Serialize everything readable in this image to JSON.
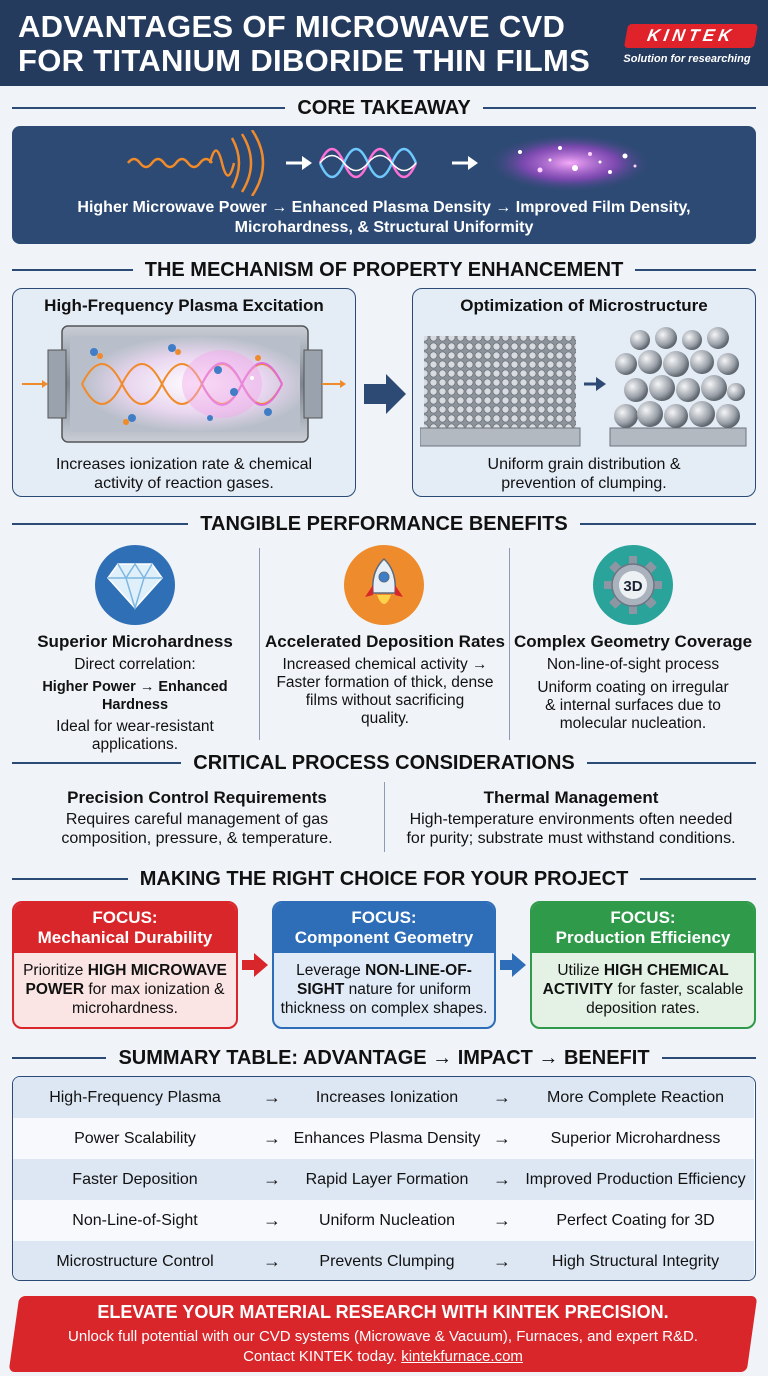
{
  "header": {
    "title_line1": "ADVANTAGES OF MICROWAVE CVD",
    "title_line2": "FOR TITANIUM DIBORIDE THIN FILMS",
    "logo": "KINTEK",
    "tagline": "Solution for researching"
  },
  "core": {
    "heading": "CORE TAKEAWAY",
    "line1": "Higher Microwave Power → Enhanced Plasma Density → Improved Film Density,",
    "line2": "Microhardness, & Structural Uniformity"
  },
  "mechanism": {
    "heading": "THE MECHANISM OF PROPERTY ENHANCEMENT",
    "left_title": "High-Frequency Plasma Excitation",
    "left_desc1": "Increases ionization rate & chemical",
    "left_desc2": "activity of reaction gases.",
    "right_title": "Optimization of Microstructure",
    "right_desc1": "Uniform grain distribution &",
    "right_desc2": "prevention of clumping."
  },
  "benefits": {
    "heading": "TANGIBLE PERFORMANCE BENEFITS",
    "items": [
      {
        "title": "Superior Microhardness",
        "l1": "Direct correlation:",
        "l2": "Higher Power → Enhanced Hardness",
        "l3": "Ideal for wear-resistant",
        "l4": "applications."
      },
      {
        "title": "Accelerated Deposition Rates",
        "l1": "Increased chemical activity →",
        "l2": "Faster formation of thick, dense",
        "l3": "films without sacrificing",
        "l4": "quality."
      },
      {
        "title": "Complex Geometry Coverage",
        "l1": "Non-line-of-sight process",
        "l2": "Uniform coating on irregular",
        "l3": "& internal surfaces due to",
        "l4": "molecular nucleation."
      }
    ],
    "icon3_label": "3D"
  },
  "considerations": {
    "heading": "CRITICAL PROCESS CONSIDERATIONS",
    "left_title": "Precision Control Requirements",
    "left_l1": "Requires careful management of gas",
    "left_l2": "composition, pressure, & temperature.",
    "right_title": "Thermal Management",
    "right_l1": "High-temperature environments often needed",
    "right_l2": "for purity; substrate must withstand conditions."
  },
  "choice": {
    "heading": "MAKING THE RIGHT CHOICE FOR YOUR PROJECT",
    "cards": [
      {
        "focus": "FOCUS:",
        "name": "Mechanical Durability",
        "pre": "Prioritize ",
        "strong": "HIGH MICROWAVE POWER",
        "post": " for max ionization & microhardness.",
        "color": "#d9262b",
        "bg": "#fbe4e4"
      },
      {
        "focus": "FOCUS:",
        "name": "Component Geometry",
        "pre": "Leverage ",
        "strong": "NON-LINE-OF-SIGHT",
        "post": " nature for uniform thickness on complex shapes.",
        "color": "#2e6db8",
        "bg": "#e0ebf7"
      },
      {
        "focus": "FOCUS:",
        "name": "Production Efficiency",
        "pre": "Utilize ",
        "strong": "HIGH CHEMICAL ACTIVITY",
        "post": " for faster, scalable deposition rates.",
        "color": "#2f9a4a",
        "bg": "#e3f2e5"
      }
    ]
  },
  "summary": {
    "heading": "SUMMARY TABLE: ADVANTAGE → IMPACT → BENEFIT",
    "arrow": "→",
    "rows": [
      [
        "High-Frequency Plasma",
        "Increases Ionization",
        "More Complete Reaction"
      ],
      [
        "Power Scalability",
        "Enhances Plasma Density",
        "Superior Microhardness"
      ],
      [
        "Faster Deposition",
        "Rapid Layer Formation",
        "Improved Production Efficiency"
      ],
      [
        "Non-Line-of-Sight",
        "Uniform Nucleation",
        "Perfect Coating for 3D"
      ],
      [
        "Microstructure Control",
        "Prevents Clumping",
        "High Structural Integrity"
      ]
    ]
  },
  "cta": {
    "title": "ELEVATE YOUR MATERIAL RESEARCH WITH KINTEK PRECISION.",
    "line1": "Unlock full potential with our CVD systems (Microwave & Vacuum), Furnaces, and expert R&D.",
    "line2_pre": "Contact KINTEK today. ",
    "link": "kintekfurnace.com"
  }
}
